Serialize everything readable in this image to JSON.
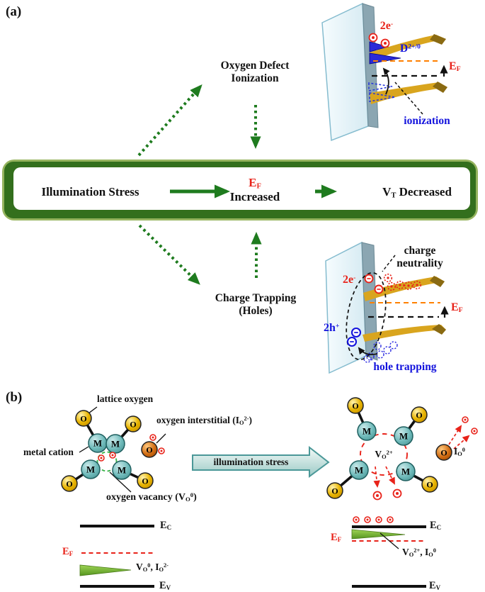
{
  "colors": {
    "arrow_green": "#1e7b1e",
    "box_light_green": "#96b45f",
    "box_dark_green": "#336f1d",
    "band_gold": "#d9a51e",
    "band_gold_edge": "#8a6a12",
    "slab_blue": "#dcedf4",
    "defect_blue": "#2a2ad8",
    "red_accent": "#e8231a",
    "blue_accent": "#1313dd",
    "fermi_orange": "#ff8000",
    "vacancy_green": "#3cb44b",
    "metal_teal": "#6db9b9",
    "oxygen_gold": "#e8b400",
    "interstitial_orange": "#d06a10",
    "stress_arrow_teal": "#4b9898"
  },
  "panel_a": {
    "tag": "(a)",
    "nodes": {
      "ionization": {
        "line1": "Oxygen Defect",
        "line2": "Ionization"
      },
      "trapping": {
        "line1": "Charge Trapping",
        "line2": "(Holes)"
      }
    },
    "flow_box": {
      "step1": "Illumination Stress",
      "step2_line1": [
        {
          "t": "E"
        },
        {
          "t": "F",
          "s": "sub"
        }
      ],
      "step2_line2": "Increased",
      "step3": [
        {
          "t": "V"
        },
        {
          "t": "T",
          "s": "sub"
        },
        {
          "t": " Decreased"
        }
      ]
    },
    "ionization_diagram": {
      "electrons": [
        {
          "t": "2e"
        },
        {
          "t": "-",
          "s": "sup"
        }
      ],
      "defect": [
        {
          "t": "D"
        },
        {
          "t": "2+/0",
          "s": "sup"
        }
      ],
      "fermi": [
        {
          "t": "E"
        },
        {
          "t": "F",
          "s": "sub"
        }
      ],
      "caption": "ionization"
    },
    "trapping_diagram": {
      "neutrality_line1": "charge",
      "neutrality_line2": "neutrality",
      "electrons": [
        {
          "t": "2e"
        },
        {
          "t": "-",
          "s": "sup"
        }
      ],
      "holes": [
        {
          "t": "2h"
        },
        {
          "t": "+",
          "s": "sup"
        }
      ],
      "fermi": [
        {
          "t": "E"
        },
        {
          "t": "F",
          "s": "sub"
        }
      ],
      "caption": "hole trapping"
    }
  },
  "panel_b": {
    "tag": "(b)",
    "atoms": {
      "metal": "M",
      "oxygen": "O"
    },
    "annotations": {
      "lattice_oxygen": "lattice oxygen",
      "metal_cation": "metal cation",
      "oxygen_vacancy": [
        {
          "t": "oxygen vacancy (V"
        },
        {
          "t": "O",
          "s": "sub"
        },
        {
          "t": "0",
          "s": "sup"
        },
        {
          "t": ")"
        }
      ],
      "oxygen_interstitial": [
        {
          "t": "oxygen interstitial (I"
        },
        {
          "t": "O",
          "s": "sub"
        },
        {
          "t": "2-",
          "s": "sup"
        },
        {
          "t": ")"
        }
      ],
      "stress_arrow": "illumination stress",
      "vacancy_charged": [
        {
          "t": "V"
        },
        {
          "t": "O",
          "s": "sub"
        },
        {
          "t": "2+",
          "s": "sup"
        }
      ],
      "interstitial_neutral": [
        {
          "t": "I"
        },
        {
          "t": "O",
          "s": "sub"
        },
        {
          "t": "0",
          "s": "sup"
        }
      ]
    },
    "band_initial": {
      "ec": [
        {
          "t": "E"
        },
        {
          "t": "C",
          "s": "sub"
        }
      ],
      "ef": [
        {
          "t": "E"
        },
        {
          "t": "F",
          "s": "sub"
        }
      ],
      "ev": [
        {
          "t": "E"
        },
        {
          "t": "V",
          "s": "sub"
        }
      ],
      "states": [
        {
          "t": "V"
        },
        {
          "t": "O",
          "s": "sub"
        },
        {
          "t": "0",
          "s": "sup"
        },
        {
          "t": ", I"
        },
        {
          "t": "O",
          "s": "sub"
        },
        {
          "t": "2-",
          "s": "sup"
        }
      ]
    },
    "band_stressed": {
      "ec": [
        {
          "t": "E"
        },
        {
          "t": "C",
          "s": "sub"
        }
      ],
      "ef": [
        {
          "t": "E"
        },
        {
          "t": "F",
          "s": "sub"
        }
      ],
      "ev": [
        {
          "t": "E"
        },
        {
          "t": "V",
          "s": "sub"
        }
      ],
      "states": [
        {
          "t": "V"
        },
        {
          "t": "O",
          "s": "sub"
        },
        {
          "t": "2+",
          "s": "sup"
        },
        {
          "t": ", I"
        },
        {
          "t": "O",
          "s": "sub"
        },
        {
          "t": "0",
          "s": "sup"
        }
      ]
    }
  }
}
